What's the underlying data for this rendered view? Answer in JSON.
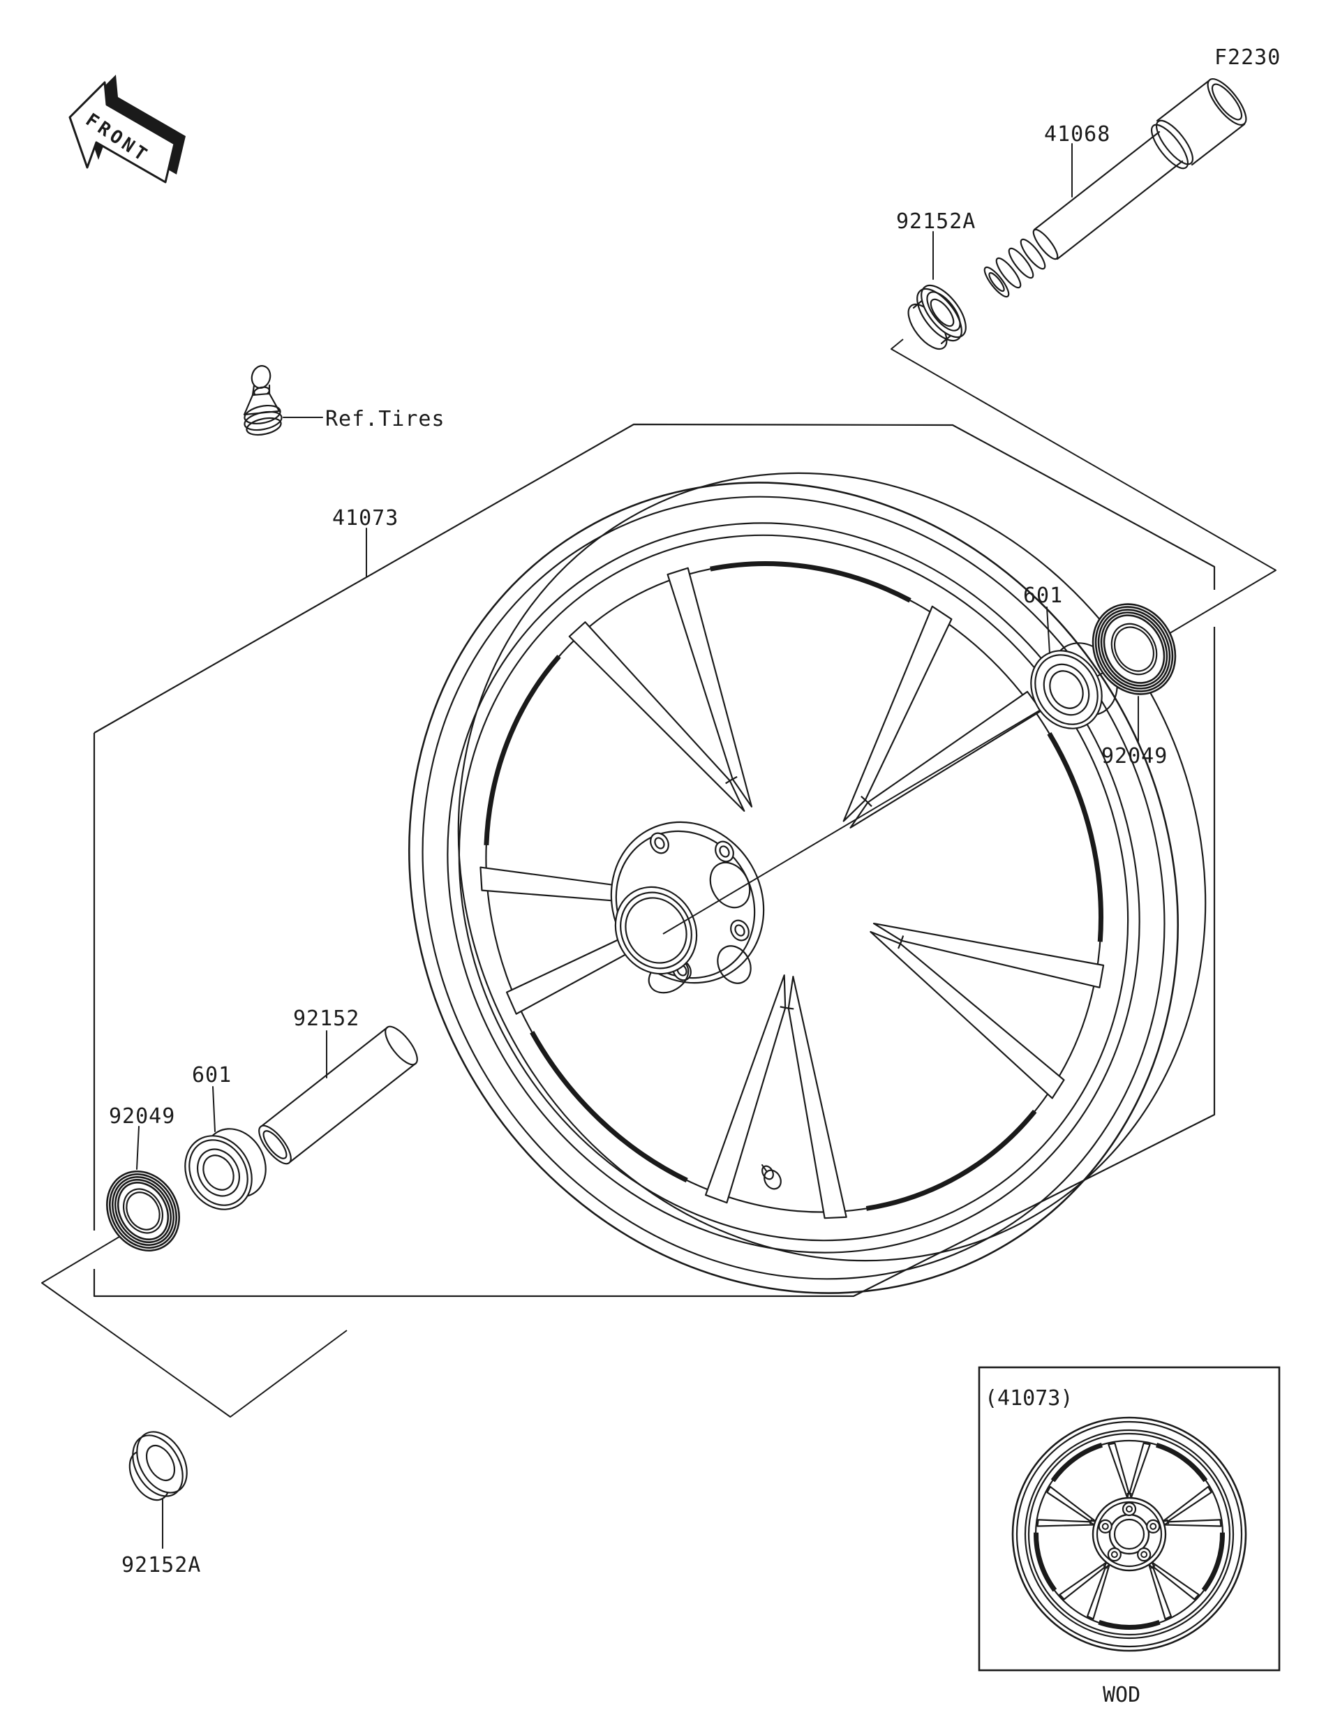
{
  "diagram": {
    "page_code": "F2230",
    "front_marker": "FRONT",
    "note_tires": "Ref.Tires",
    "labels": {
      "axle": "41068",
      "collar_top": "92152A",
      "wheel": "41073",
      "bearing_right": "601",
      "seal_right": "92049",
      "collar_center": "92152",
      "bearing_left": "601",
      "seal_left": "92049",
      "collar_bottom": "92152A"
    },
    "inset": {
      "caption": "(41073)",
      "watermark": "WOD"
    },
    "colors": {
      "line": "#1a1a1a",
      "background": "#ffffff"
    }
  }
}
